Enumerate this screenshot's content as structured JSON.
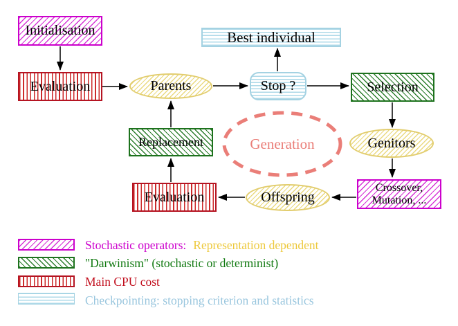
{
  "diagram": {
    "title_hint": "Evolutionary algorithm generation cycle",
    "nodes": {
      "initialisation": {
        "label": "Initialisation"
      },
      "evaluation_top": {
        "label": "Evaluation"
      },
      "parents": {
        "label": "Parents"
      },
      "best_individual": {
        "label": "Best individual"
      },
      "stop": {
        "label": "Stop ?"
      },
      "selection": {
        "label": "Selection"
      },
      "genitors": {
        "label": "Genitors"
      },
      "crossover_mutation": {
        "line1": "Crossover,",
        "line2": "Mutation, ..."
      },
      "offspring": {
        "label": "Offspring"
      },
      "evaluation_bottom": {
        "label": "Evaluation"
      },
      "replacement": {
        "label": "Replacement"
      },
      "generation": {
        "label": "Generation"
      }
    }
  },
  "legend": {
    "items": [
      {
        "swatch": "magenta-diagonal-hatch",
        "parts": [
          {
            "text": "Stochastic operators:",
            "color": "#cc00cc"
          },
          {
            "text": "Representation dependent",
            "color": "#edc93c"
          }
        ]
      },
      {
        "swatch": "green-diagonal-hatch",
        "parts": [
          {
            "text": "\"Darwinism\" (stochastic or determinist)",
            "color": "#117911"
          }
        ]
      },
      {
        "swatch": "red-vertical-stripes",
        "parts": [
          {
            "text": "Main CPU cost",
            "color": "#c2101f"
          }
        ]
      },
      {
        "swatch": "cyan-horizontal-stripes",
        "parts": [
          {
            "text": "Checkpointing: stopping criterion and statistics",
            "color": "#99c6de"
          }
        ]
      }
    ]
  },
  "colors": {
    "magenta": "#cc00cc",
    "green": "#1d721d",
    "red": "#b51422",
    "yellow": "#e2cd6e",
    "cyan": "#a4d2e2",
    "generation": "#ea7e78",
    "arrow": "#000000",
    "background": "#ffffff"
  }
}
